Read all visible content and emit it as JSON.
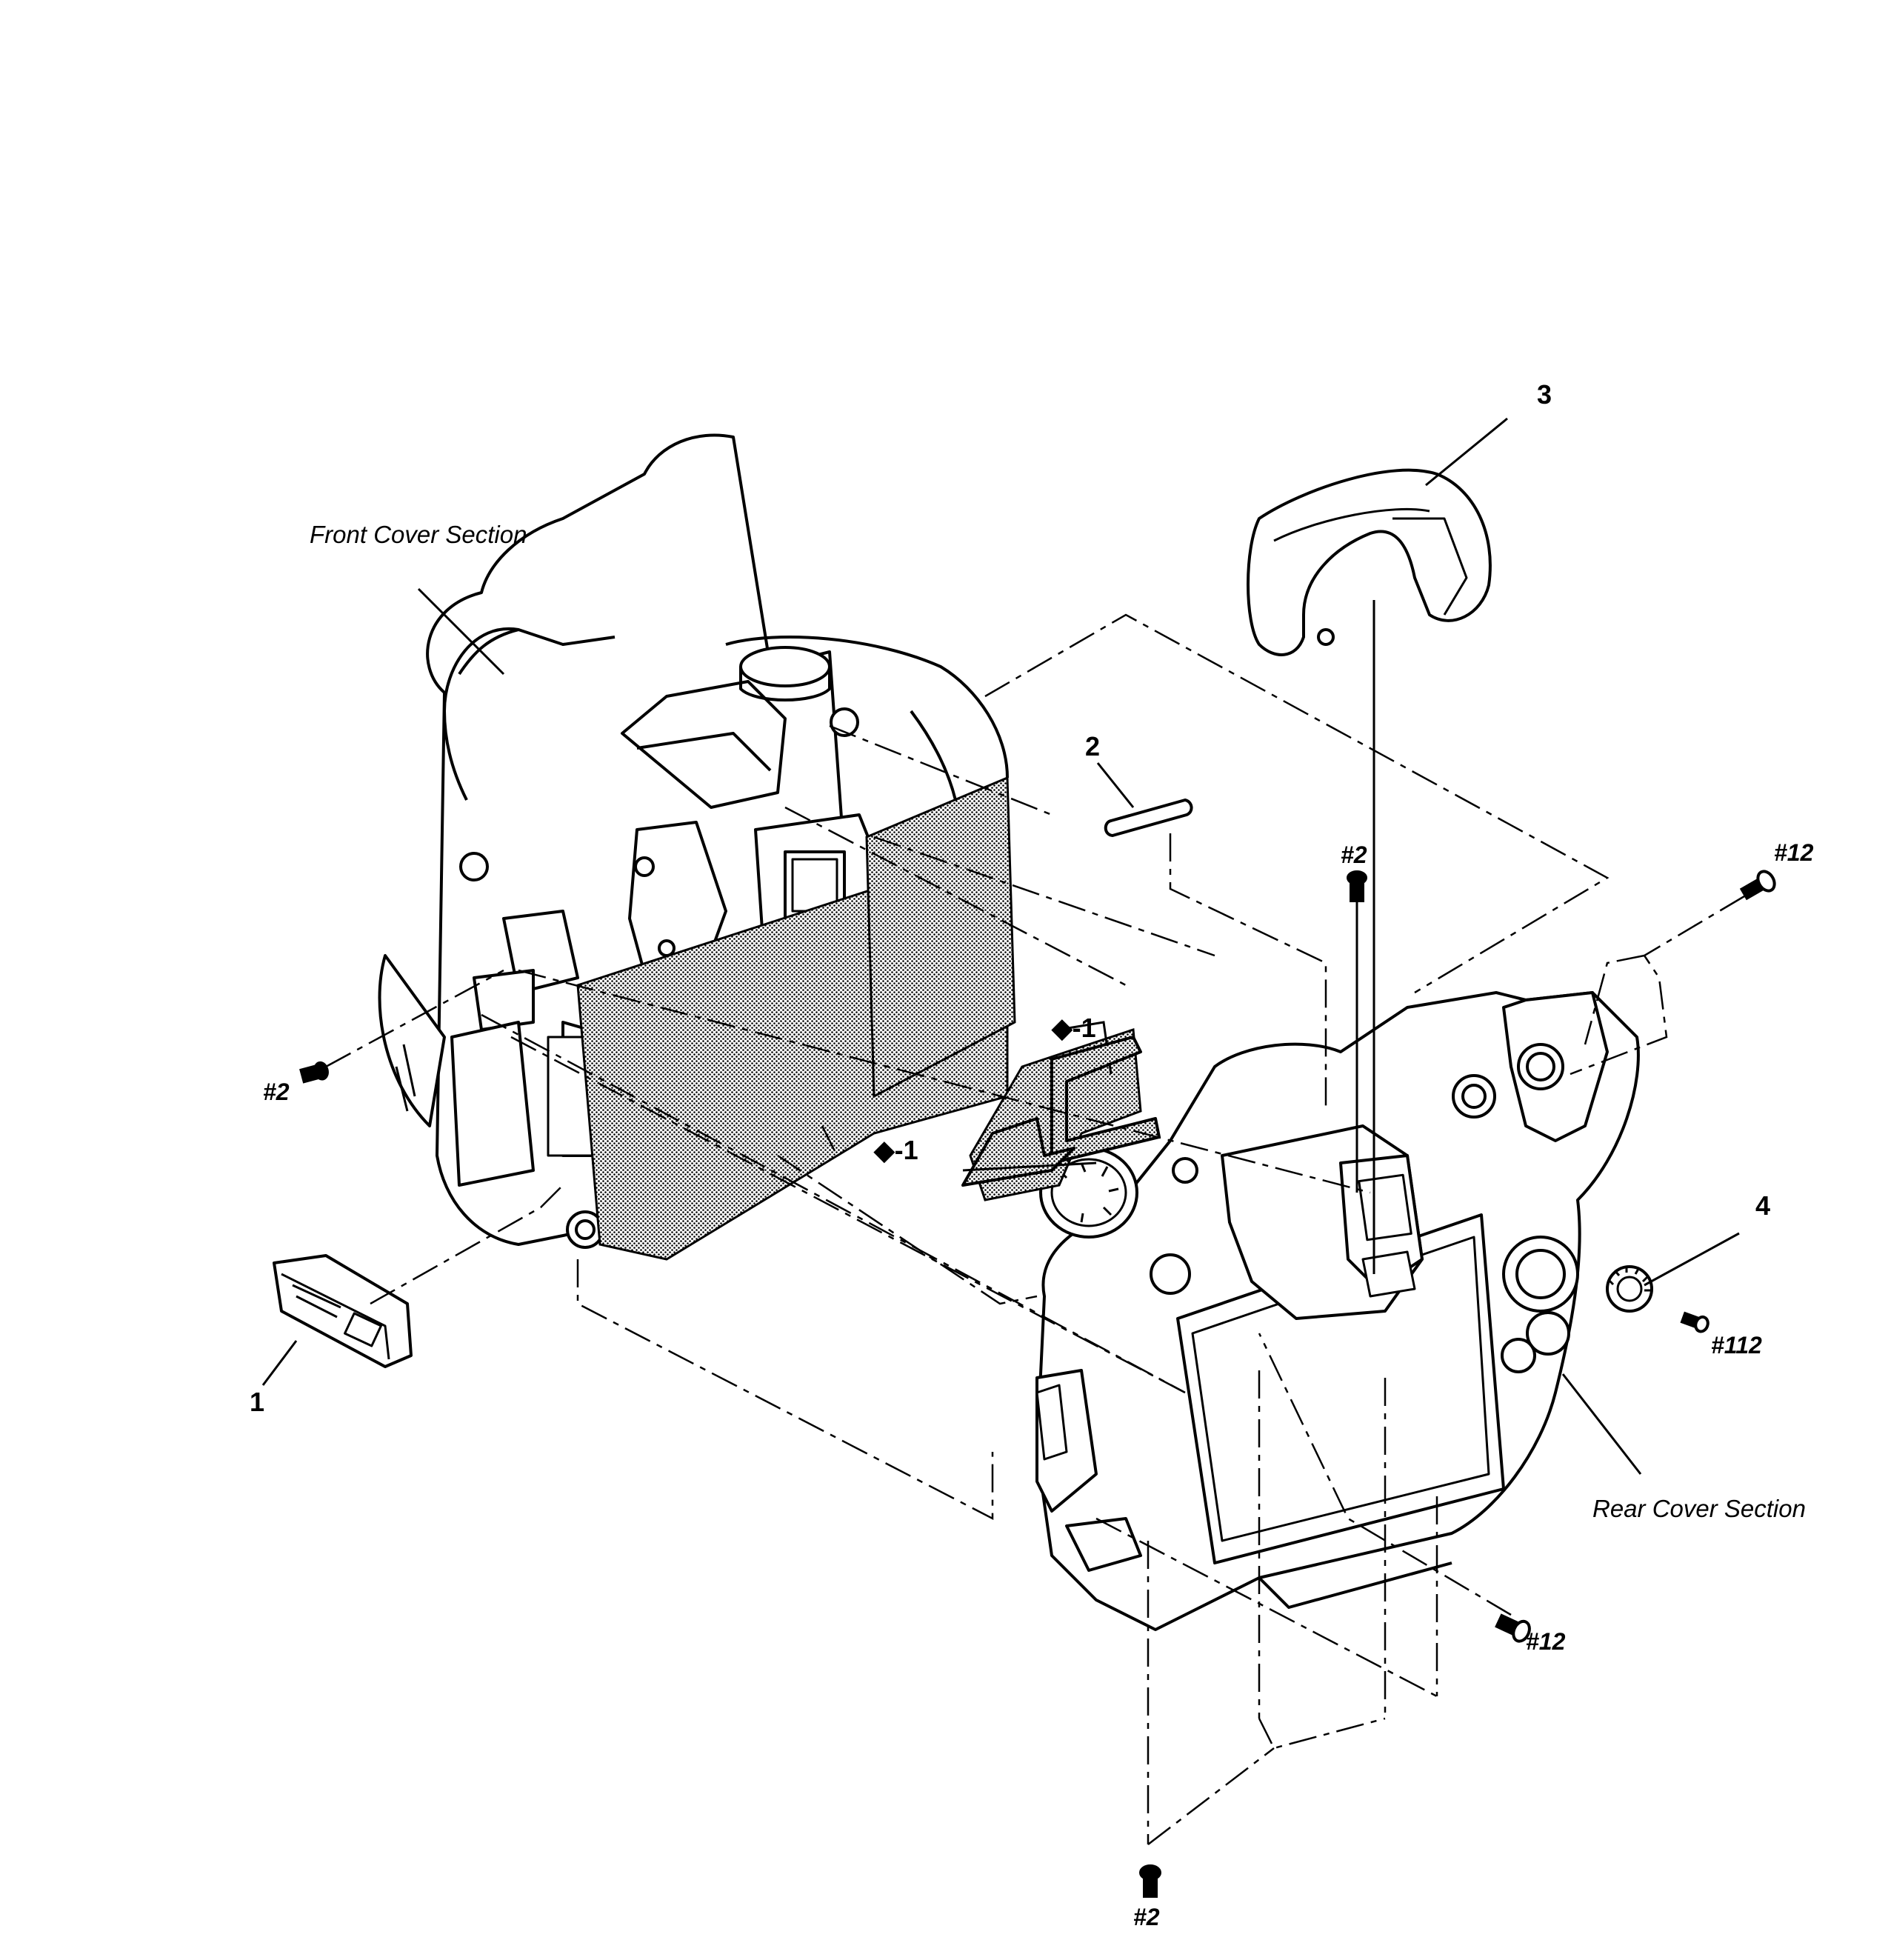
{
  "sections": {
    "front": "Front Cover Section",
    "rear": "Rear Cover Section"
  },
  "parts": [
    {
      "id": "1",
      "label": "1"
    },
    {
      "id": "2",
      "label": "2"
    },
    {
      "id": "3",
      "label": "3"
    },
    {
      "id": "4",
      "label": "4"
    }
  ],
  "screws": {
    "top_mid": "#2",
    "top_right": "#12",
    "left": "#2",
    "right_small": "#112",
    "bottom_right": "#12",
    "bottom": "#2"
  },
  "refs": {
    "upper": "◆-1",
    "lower": "◆-1"
  },
  "colors": {
    "line": "#000000",
    "shade": "#9a9a9a",
    "background": "#ffffff"
  }
}
